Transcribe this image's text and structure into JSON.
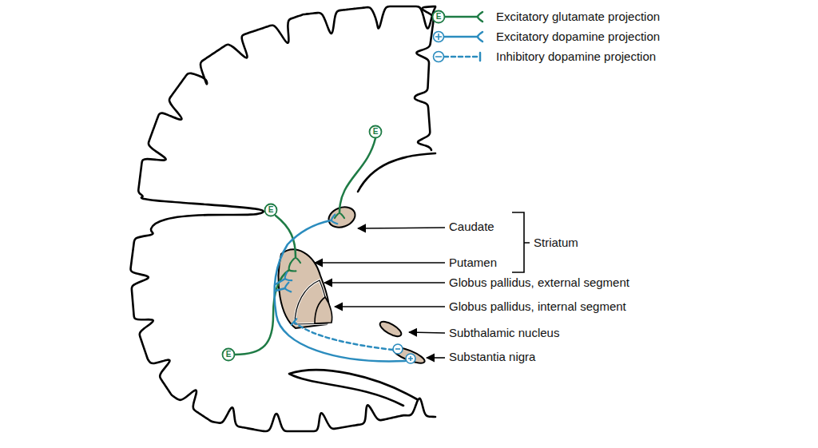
{
  "diagram": {
    "labels": [
      "E",
      "E",
      "E",
      "E",
      "Caudate",
      "Striatum",
      "Putamen",
      "Globus pallidus, external segment",
      "Globus pallidus, internal segment",
      "Subthalamic nucleus",
      "Substantia nigra"
    ],
    "legend": [
      {
        "text": "Excitatory glutamate projection"
      },
      {
        "text": "Excitatory dopamine projection"
      },
      {
        "text": "Inhibitory dopamine projection"
      }
    ]
  }
}
